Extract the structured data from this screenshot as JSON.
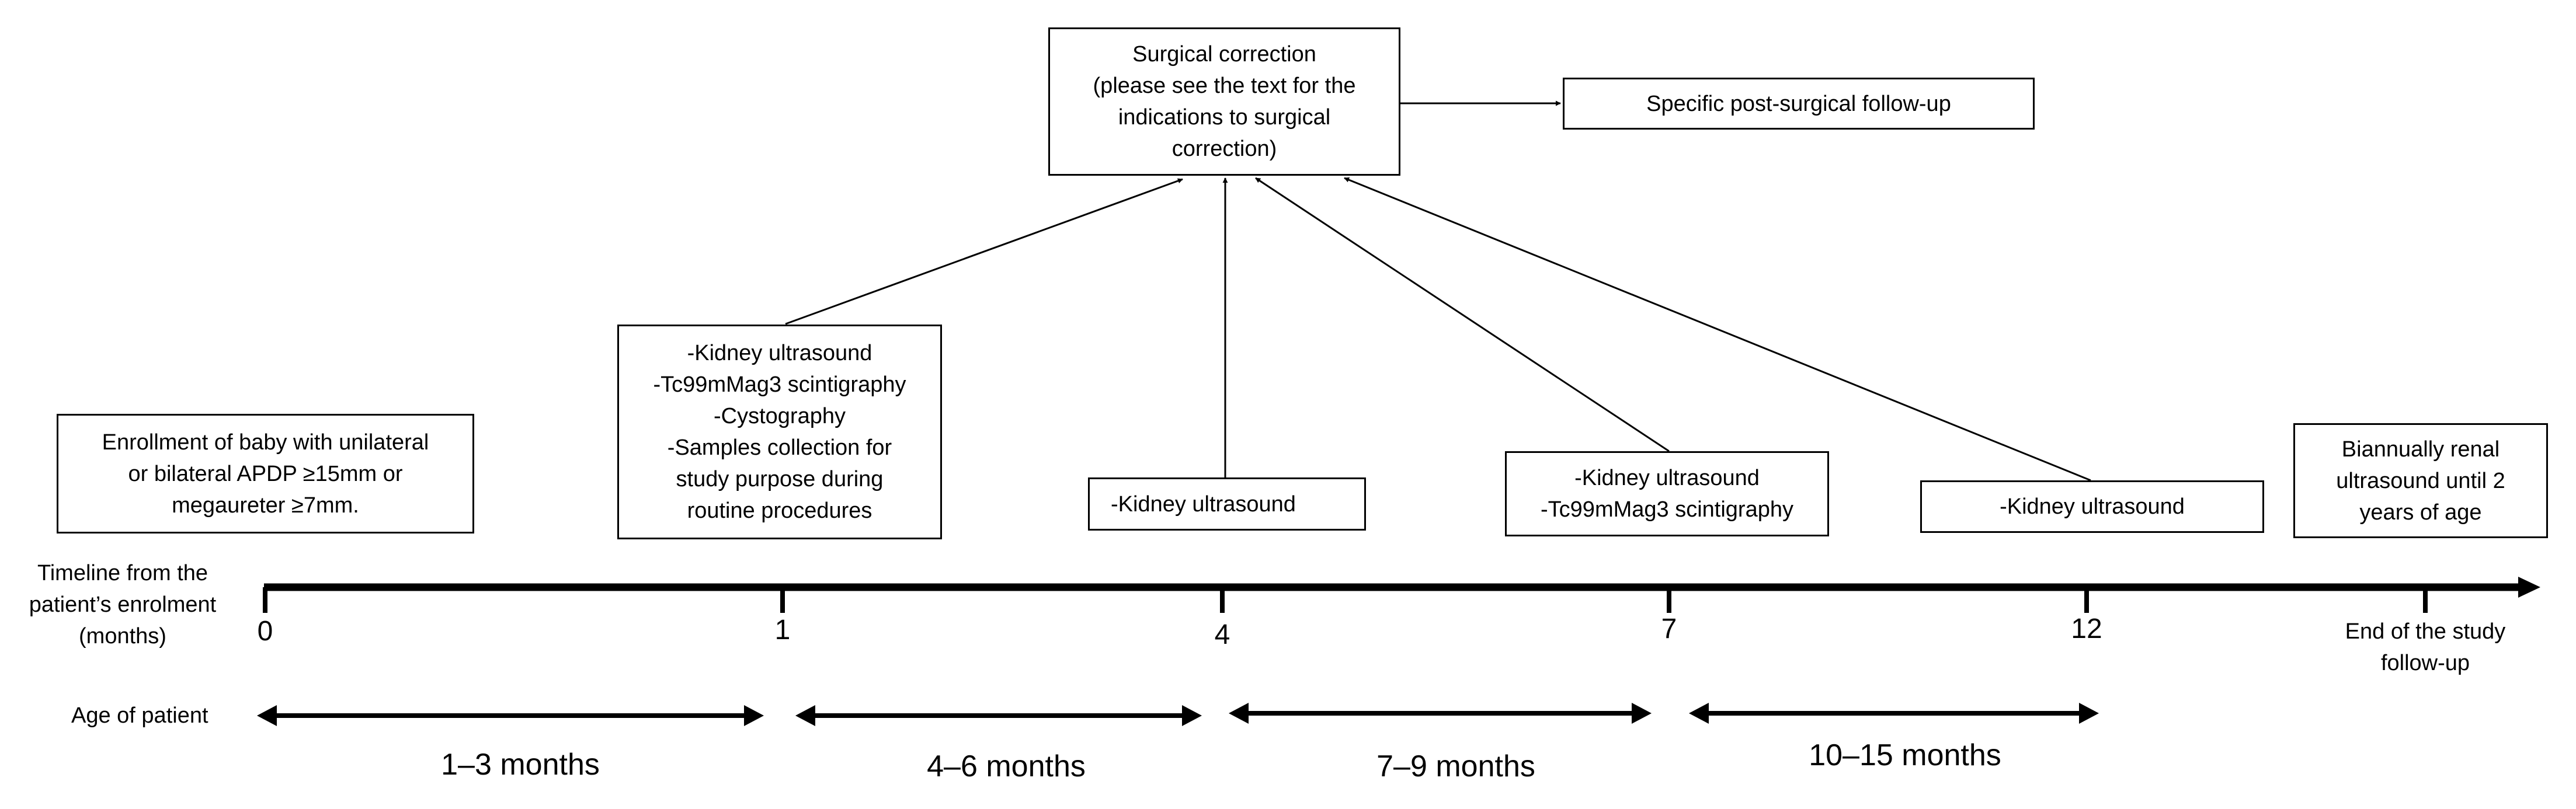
{
  "surgery": {
    "lines": [
      "Surgical correction",
      "(please see the text for the",
      "indications to surgical",
      "correction)"
    ]
  },
  "post_surgical": "Specific post-surgical follow-up",
  "enrollment": {
    "lines": [
      "Enrollment of baby with unilateral",
      "or bilateral APDP ≥15mm or",
      "megaureter ≥7mm."
    ]
  },
  "month1": {
    "lines": [
      "-Kidney ultrasound",
      "-Tc99mMag3 scintigraphy",
      "-Cystography",
      "-Samples collection for",
      "study purpose during",
      "routine procedures"
    ]
  },
  "month4": "-Kidney ultrasound",
  "month7": {
    "lines": [
      "-Kidney ultrasound",
      "-Tc99mMag3 scintigraphy"
    ]
  },
  "month12": "-Kidney ultrasound",
  "end_box": {
    "lines": [
      "Biannually renal",
      "ultrasound until 2",
      "years of age"
    ]
  },
  "timeline": {
    "label_lines": [
      "Timeline from the",
      "patient’s enrolment",
      "(months)"
    ],
    "ticks": [
      "0",
      "1",
      "4",
      "7",
      "12"
    ],
    "end_lines": [
      "End of the study",
      "follow-up"
    ]
  },
  "age": {
    "label": "Age of patient",
    "ranges": [
      "1–3 months",
      "4–6 months",
      "7–9 months",
      "10–15 months"
    ]
  }
}
